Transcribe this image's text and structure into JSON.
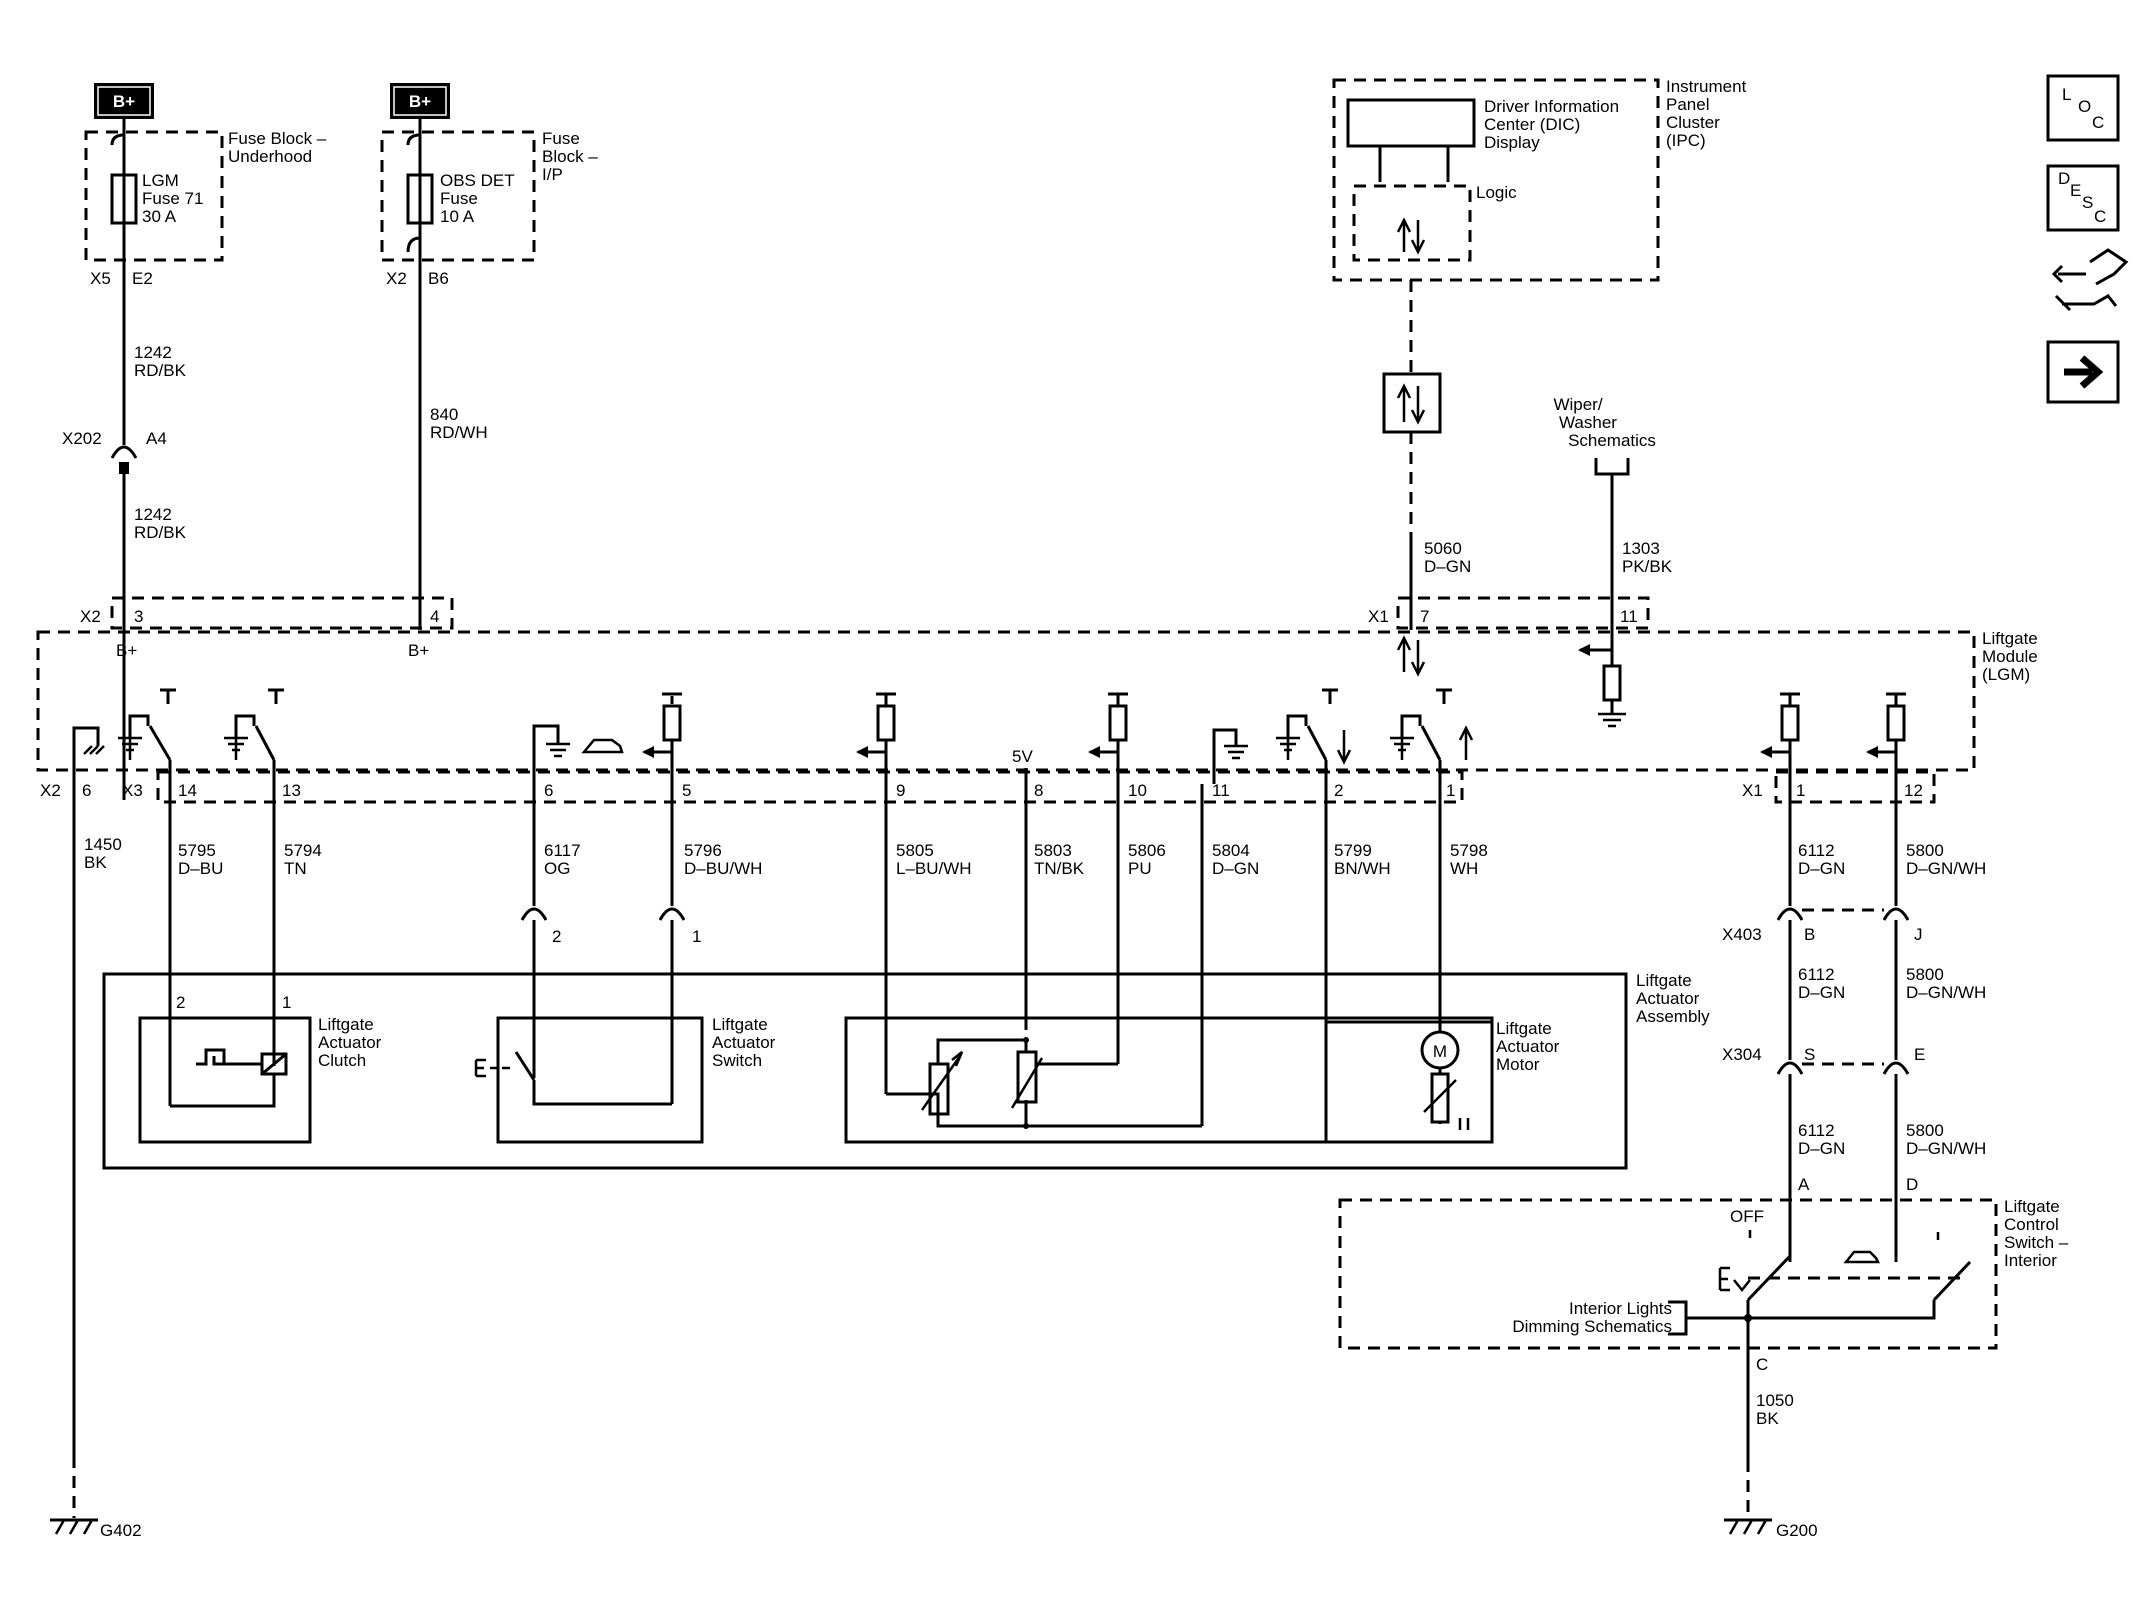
{
  "supply": {
    "left": {
      "badge": "B+",
      "block": [
        "Fuse Block –",
        "Underhood"
      ],
      "fuse": [
        "LGM",
        "Fuse 71",
        "30 A"
      ],
      "conn": "X5",
      "pin": "E2"
    },
    "right": {
      "badge": "B+",
      "block": [
        "Fuse",
        "Block –",
        "I/P"
      ],
      "fuse": [
        "OBS DET",
        "Fuse",
        "10 A"
      ],
      "conn": "X2",
      "pin": "B6"
    }
  },
  "wires_top": {
    "w1242a": [
      "1242",
      "RD/BK"
    ],
    "w1242b": [
      "1242",
      "RD/BK"
    ],
    "w840": [
      "840",
      "RD/WH"
    ],
    "w5060": [
      "5060",
      "D–GN"
    ],
    "w1303": [
      "1303",
      "PK/BK"
    ]
  },
  "inline_x202": {
    "conn": "X202",
    "pin": "A4"
  },
  "ipc": {
    "name": [
      "Instrument",
      "Panel",
      "Cluster",
      "(IPC)"
    ],
    "dic": [
      "Driver Information",
      "Center (DIC)",
      "Display"
    ],
    "logic": "Logic"
  },
  "wiper": [
    "Wiper/",
    "Washer",
    "Schematics"
  ],
  "lgm": {
    "name": [
      "Liftgate",
      "Module",
      "(LGM)"
    ],
    "top_x2": "X2",
    "top_x2_pins": [
      "3",
      "4"
    ],
    "bplus_labels": [
      "B+",
      "B+"
    ],
    "top_x1": "X1",
    "top_x1_pins": [
      "7",
      "11"
    ],
    "bottom_x2": "X2",
    "bottom_x2_pin": "6",
    "bottom_x3": "X3",
    "bottom_x3_pins": [
      "14",
      "13",
      "6",
      "5",
      "9",
      "8",
      "10",
      "11",
      "2",
      "1"
    ],
    "bottom_x1": "X1",
    "bottom_x1_pins": [
      "1",
      "12"
    ],
    "ref5v": "5V"
  },
  "bottom_wires": [
    [
      "1450",
      "BK"
    ],
    [
      "5795",
      "D–BU"
    ],
    [
      "5794",
      "TN"
    ],
    [
      "6117",
      "OG"
    ],
    [
      "5796",
      "D–BU/WH"
    ],
    [
      "5805",
      "L–BU/WH"
    ],
    [
      "5803",
      "TN/BK"
    ],
    [
      "5806",
      "PU"
    ],
    [
      "5804",
      "D–GN"
    ],
    [
      "5799",
      "BN/WH"
    ],
    [
      "5798",
      "WH"
    ],
    [
      "6112",
      "D–GN"
    ],
    [
      "5800",
      "D–GN/WH"
    ]
  ],
  "actuator": {
    "assembly": [
      "Liftgate",
      "Actuator",
      "Assembly"
    ],
    "clutch": [
      "Liftgate",
      "Actuator",
      "Clutch"
    ],
    "switch": [
      "Liftgate",
      "Actuator",
      "Switch"
    ],
    "motor": [
      "Liftgate",
      "Actuator",
      "Motor"
    ],
    "clutch_pins": [
      "2",
      "1"
    ],
    "switch_pins": [
      "2",
      "1"
    ],
    "motor_symbol": "M"
  },
  "x403": {
    "conn": "X403",
    "pins": [
      "B",
      "J"
    ],
    "wires": [
      [
        "6112",
        "D–GN"
      ],
      [
        "5800",
        "D–GN/WH"
      ]
    ]
  },
  "x304": {
    "conn": "X304",
    "pins": [
      "S",
      "E"
    ],
    "wires": [
      [
        "6112",
        "D–GN"
      ],
      [
        "5800",
        "D–GN/WH"
      ]
    ]
  },
  "control_switch": {
    "name": [
      "Liftgate",
      "Control",
      "Switch –",
      "Interior"
    ],
    "pins": [
      "A",
      "D",
      "C"
    ],
    "off": "OFF",
    "dimming": [
      "Interior Lights",
      "Dimming Schematics"
    ]
  },
  "ground_wire": [
    "1050",
    "BK"
  ],
  "grounds": [
    "G402",
    "G200"
  ],
  "nav": {
    "loc": [
      "L",
      "O",
      "C"
    ],
    "desc": [
      "D",
      "E",
      "S",
      "C"
    ]
  }
}
